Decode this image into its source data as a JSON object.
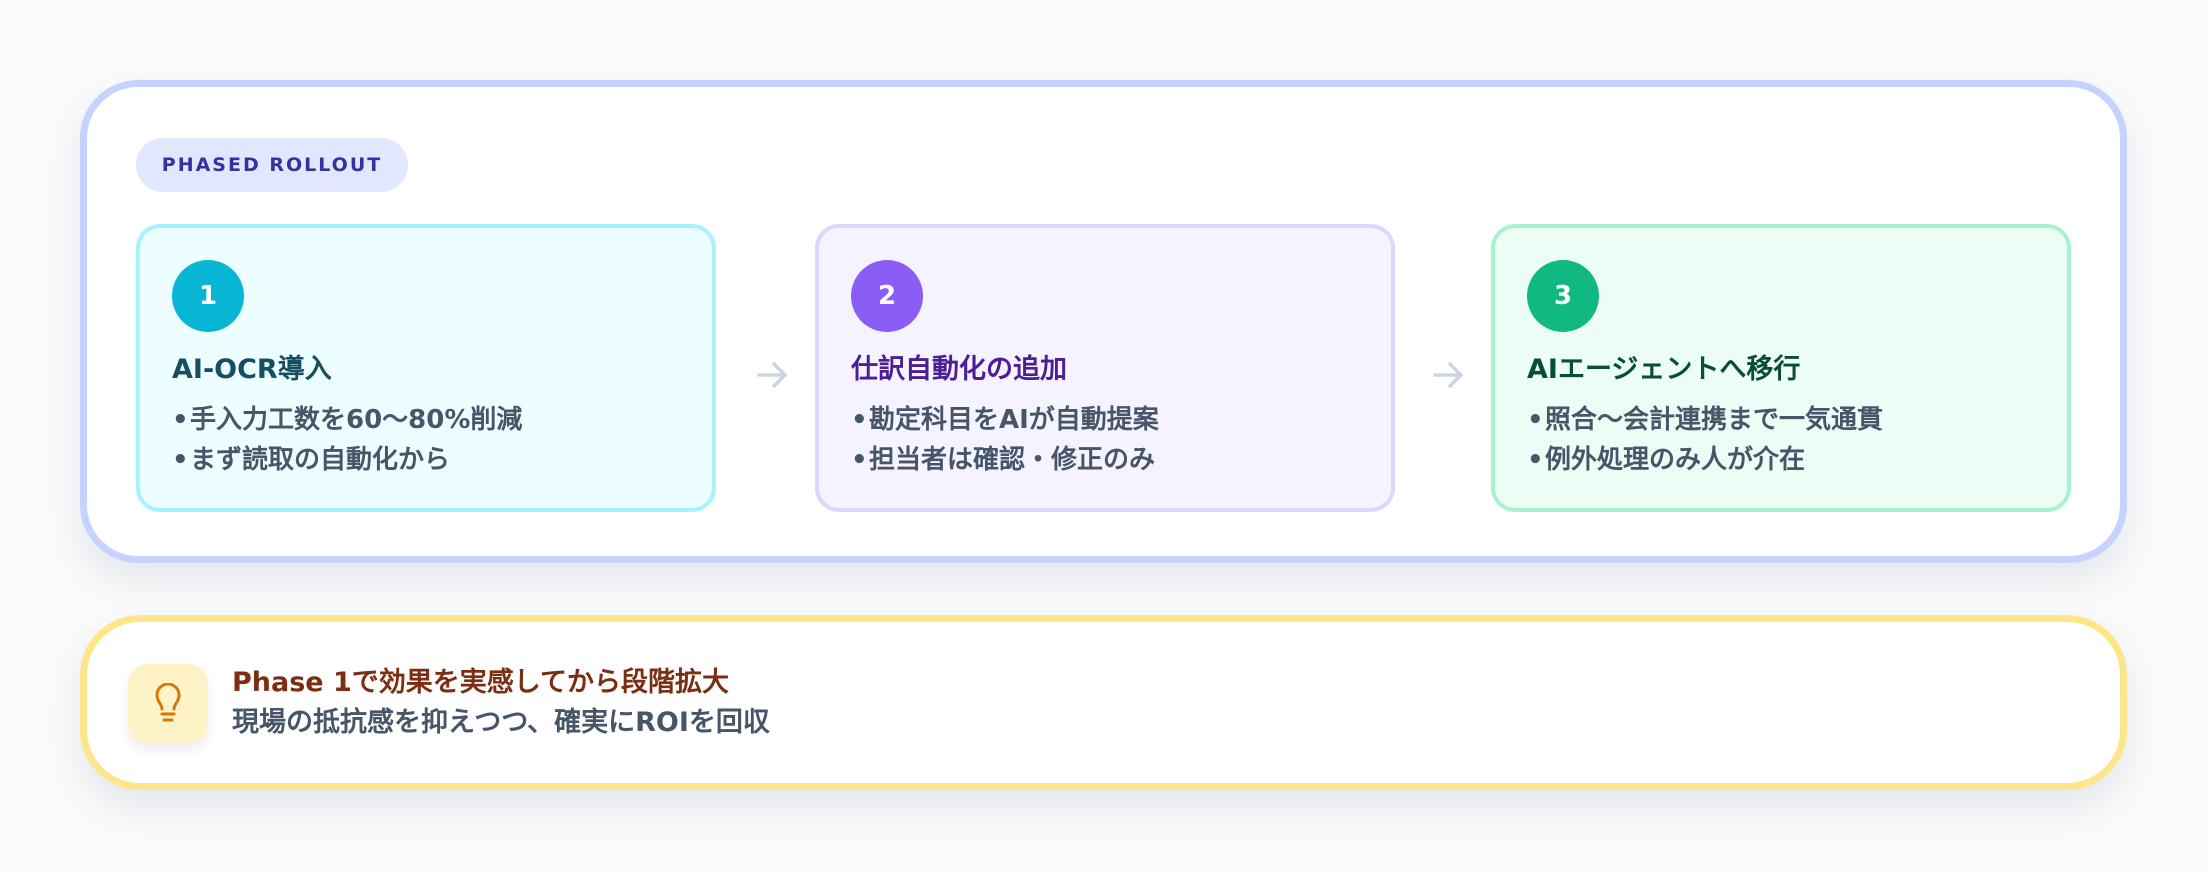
{
  "rollout": {
    "badge": "PHASED ROLLOUT",
    "phases": [
      {
        "number": "1",
        "title": "AI-OCR導入",
        "bullets": [
          "手入力工数を60〜80%削減",
          "まず読取の自動化から"
        ],
        "accent": "#06b6d4"
      },
      {
        "number": "2",
        "title": "仕訳自動化の追加",
        "bullets": [
          "勘定科目をAIが自動提案",
          "担当者は確認・修正のみ"
        ],
        "accent": "#8b5cf6"
      },
      {
        "number": "3",
        "title": "AIエージェントへ移行",
        "bullets": [
          "照合〜会計連携まで一気通貫",
          "例外処理のみ人が介在"
        ],
        "accent": "#10b981"
      }
    ],
    "arrow_icon": "arrow-right-icon"
  },
  "callout": {
    "icon": "lightbulb-icon",
    "title": "Phase 1で効果を実感してから段階拡大",
    "subtitle": "現場の抵抗感を抑えつつ、確実にROIを回収"
  }
}
